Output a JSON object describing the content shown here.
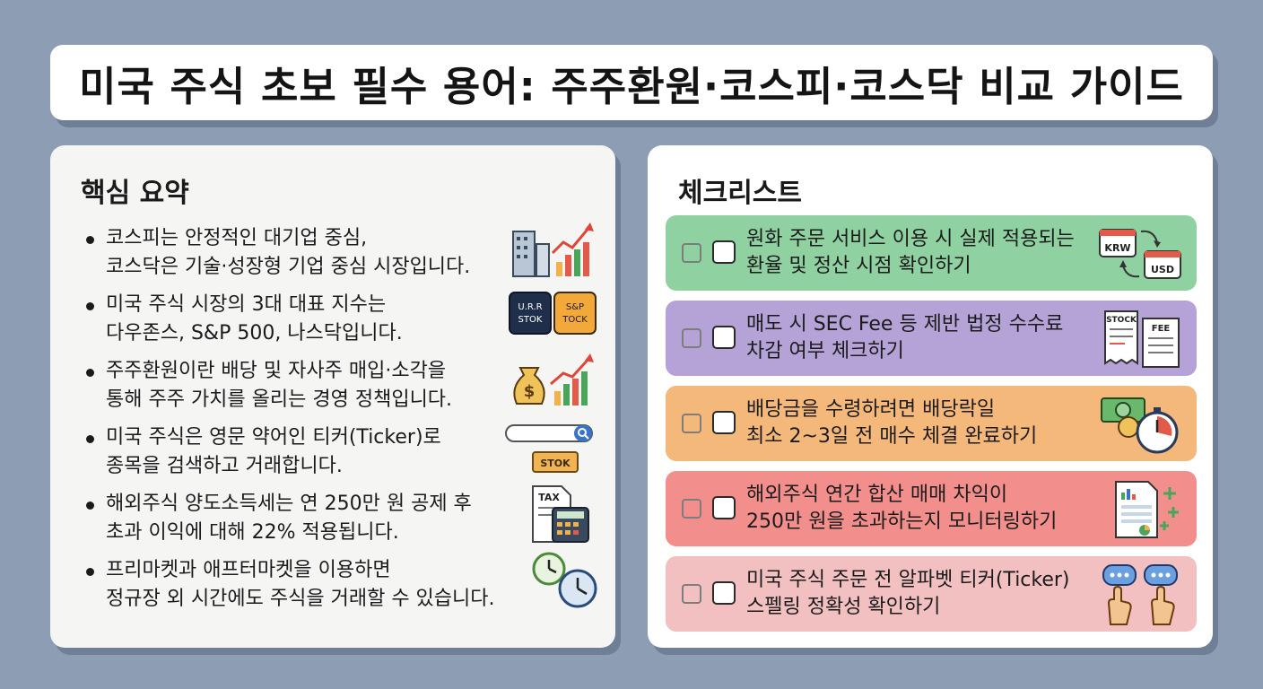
{
  "title": "미국 주식 초보 필수 용어: 주주환원·코스피·코스닥 비교 가이드",
  "summary": {
    "heading": "핵심 요약",
    "items": [
      {
        "line1": "코스피는 안정적인 대기업 중심,",
        "line2": "코스닥은 기술·성장형 기업 중심 시장입니다.",
        "icon": "building-growth-chart-icon"
      },
      {
        "line1": "미국 주식 시장의 3대 대표 지수는",
        "line2": "다우존스, S&P 500, 나스닥입니다.",
        "icon": "index-tiles-icon"
      },
      {
        "line1": "주주환원이란 배당 및 자사주 매입·소각을",
        "line2": "통해 주주 가치를 올리는 경영 정책입니다.",
        "icon": "money-bag-chart-icon"
      },
      {
        "line1": "미국 주식은 영문 약어인 티커(Ticker)로",
        "line2": "종목을 검색하고 거래합니다.",
        "icon": "search-ticker-icon"
      },
      {
        "line1": "해외주식 양도소득세는 연 250만 원 공제 후",
        "line2": "초과 이익에 대해 22% 적용됩니다.",
        "icon": "tax-calculator-icon"
      },
      {
        "line1": "프리마켓과 애프터마켓을 이용하면",
        "line2": "정규장 외 시간에도 주식을 거래할 수 있습니다.",
        "icon": "clocks-icon"
      }
    ],
    "icon_labels": {
      "tile_left": "U.R.R STOK",
      "tile_right": "S&P TOCK",
      "ticker_tag": "STOK",
      "tax_label": "TAX",
      "money_symbol": "$"
    }
  },
  "checklist": {
    "heading": "체크리스트",
    "items": [
      {
        "line1": "원화 주문 서비스 이용 시 실제 적용되는",
        "line2": "환율 및 정산 시점 확인하기",
        "color": "#8fd1a0",
        "icon": "currency-exchange-icon",
        "checked": false
      },
      {
        "line1": "매도 시 SEC Fee 등 제반 법정 수수료",
        "line2": "차감 여부 체크하기",
        "color": "#b5a2d6",
        "icon": "fee-receipt-icon",
        "checked": false
      },
      {
        "line1": "배당금을 수령하려면 배당락일",
        "line2": "최소 2~3일 전 매수 체결 완료하기",
        "color": "#f4b97a",
        "icon": "cash-stopwatch-icon",
        "checked": false
      },
      {
        "line1": "해외주식 연간 합산 매매 차익이",
        "line2": "250만 원을 초과하는지 모니터링하기",
        "color": "#f28f8c",
        "icon": "report-plus-icon",
        "checked": false
      },
      {
        "line1": "미국 주식 주문 전 알파벳 티커(Ticker)",
        "line2": "스펠링 정확성 확인하기",
        "color": "#f2c0c0",
        "icon": "chat-hands-icon",
        "checked": false
      }
    ],
    "icon_labels": {
      "krw": "KRW",
      "usd": "USD",
      "stock": "STOCK",
      "fee": "FEE"
    }
  }
}
